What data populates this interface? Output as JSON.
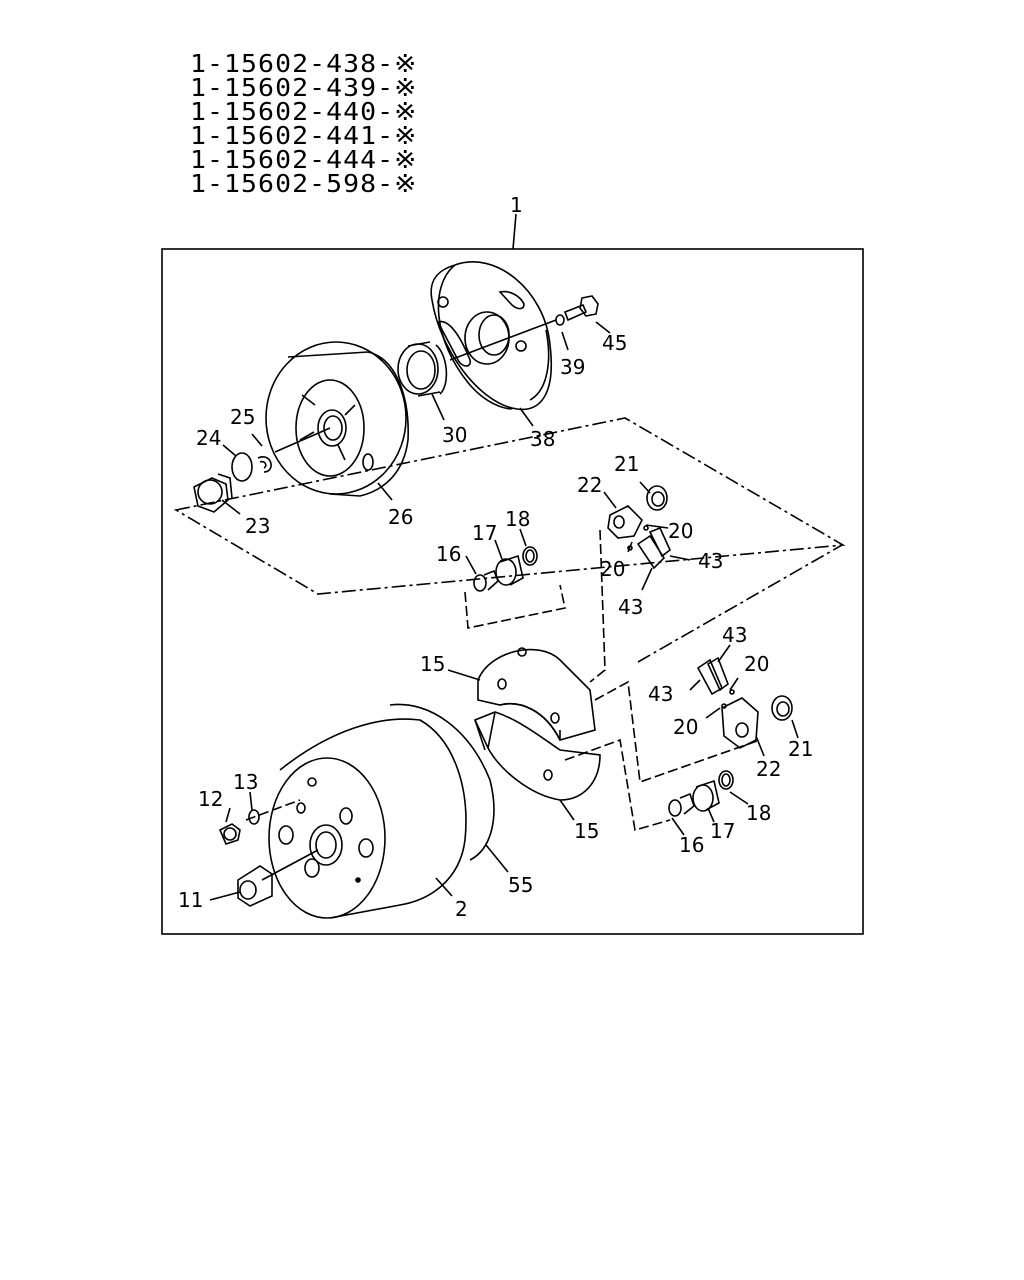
{
  "part_numbers": [
    "1-15602-438-※",
    "1-15602-439-※",
    "1-15602-440-※",
    "1-15602-441-※",
    "1-15602-444-※",
    "1-15602-598-※"
  ],
  "assembly_callout": "1",
  "callouts": {
    "c45": "45",
    "c39": "39",
    "c30": "30",
    "c38": "38",
    "c25": "25",
    "c24": "24",
    "c23": "23",
    "c26": "26",
    "c21a": "21",
    "c22a": "22",
    "c20a": "20",
    "c20b": "20",
    "c43a": "43",
    "c43b": "43",
    "c16a": "16",
    "c17a": "17",
    "c18a": "18",
    "c15a": "15",
    "c15b": "15",
    "c43c": "43",
    "c43d": "43",
    "c20c": "20",
    "c20d": "20",
    "c21b": "21",
    "c22b": "22",
    "c12": "12",
    "c13": "13",
    "c11": "11",
    "c2": "2",
    "c55": "55",
    "c16b": "16",
    "c17b": "17",
    "c18b": "18"
  }
}
